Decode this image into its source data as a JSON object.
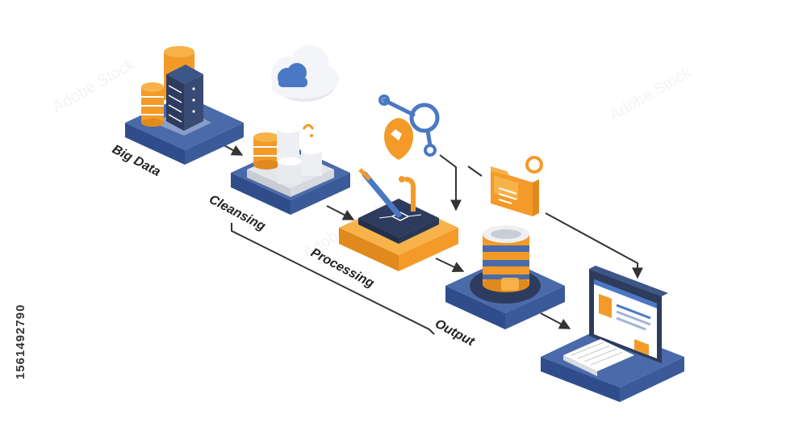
{
  "stages": {
    "big_data": "Big Data",
    "cleansing": "Cleansing",
    "processing": "Processing",
    "output": "Output"
  },
  "side_id": "1561492790",
  "watermark": "Adobe Stock",
  "colors": {
    "blue": "#3f5f9f",
    "blue_dark": "#2c467e",
    "orange": "#f39a28",
    "orange_light": "#f7b24a",
    "navy": "#2d3c5e",
    "white": "#ffffff",
    "arrow": "#333333"
  },
  "icons": [
    "server-icon",
    "coins-stack-icon",
    "cloud-icon",
    "database-icon",
    "funnel-tool-icon",
    "magnifier-icon",
    "location-pin-icon",
    "folder-icon",
    "laptop-icon",
    "browser-window-icon",
    "keyboard-icon"
  ]
}
